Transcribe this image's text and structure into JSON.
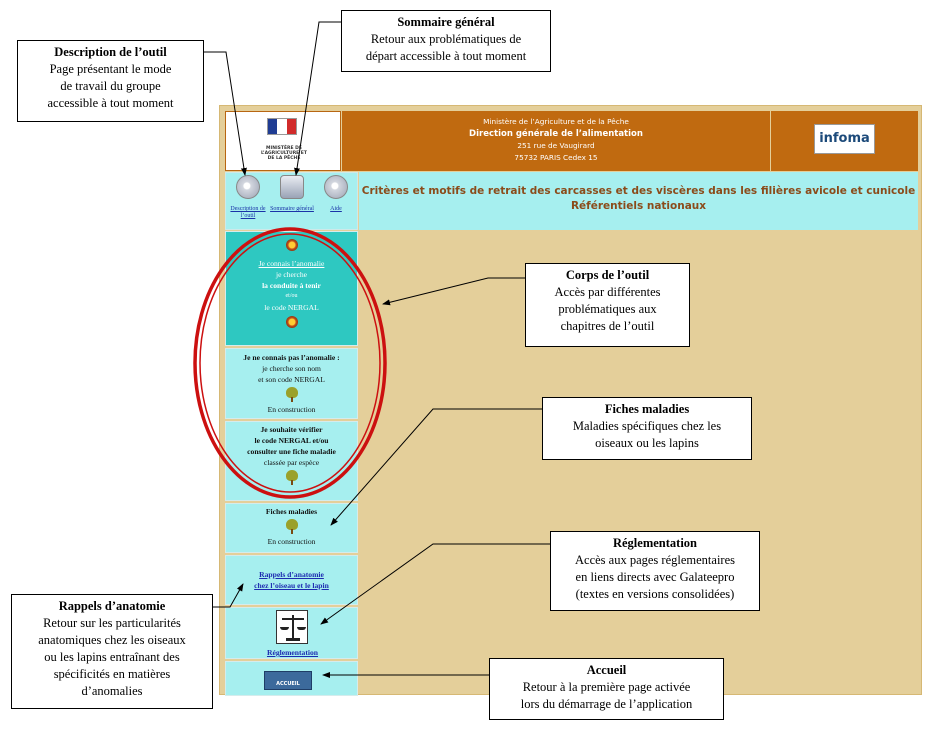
{
  "callouts": {
    "description": {
      "title": "Description de l’outil",
      "body": "Page présentant le mode\nde travail du groupe\naccessible à tout moment"
    },
    "sommaire": {
      "title": "Sommaire général",
      "body": "Retour aux problématiques de\ndépart accessible à tout moment"
    },
    "corps": {
      "title": "Corps de l’outil",
      "body": "Accès par différentes\nproblématiques aux\nchapitres de l’outil"
    },
    "fiches": {
      "title": "Fiches maladies",
      "body": "Maladies spécifiques chez les\noiseaux ou les lapins"
    },
    "reglementation": {
      "title": "Réglementation",
      "body": "Accès aux pages réglementaires\nen liens directs avec Galateepro\n(textes en versions consolidées)"
    },
    "rappels": {
      "title": "Rappels d’anatomie",
      "body": "Retour sur les particularités\nanatomiques chez les oiseaux\nou les lapins entraînant des\nspécificités en matières\nd’anomalies"
    },
    "accueil": {
      "title": "Accueil",
      "body": "Retour à la première page activée\nlors du démarrage de l’application"
    }
  },
  "header": {
    "line1": "Ministère de l’Agriculture et de la Pêche",
    "line2": "Direction générale de l’alimentation",
    "line3": "251 rue de Vaugirard",
    "line4": "75732 PARIS Cedex 15",
    "ministry_logo_text": "MINISTÈRE DE L’AGRICULTURE ET DE LA PÊCHE",
    "partner": "infoma"
  },
  "nav": {
    "description": "Description de l’outil",
    "sommaire": "Sommaire général",
    "aide": "Aide"
  },
  "title": {
    "line1": "Critères et motifs de retrait des carcasses et des viscères dans les filières avicole  et cunicole",
    "line2": "Référentiels nationaux"
  },
  "sidebar": {
    "conduite": {
      "link": "Je connais l’anomalie",
      "l2": "je cherche",
      "l3": "la conduite à tenir",
      "l4": "et/ou",
      "l5": "le code NERGAL"
    },
    "nom": {
      "l1": "Je ne connais pas l’anomalie :",
      "l2": "je cherche son nom",
      "l3": "et son code NERGAL",
      "status": "En construction"
    },
    "verifier": {
      "l1": "Je souhaite vérifier",
      "l2": "le code NERGAL et/ou",
      "l3": "consulter une fiche maladie",
      "l4": "classée par espèce"
    },
    "fiches": {
      "label": "Fiches maladies",
      "status": "En construction"
    },
    "rappels": {
      "l1": "Rappels d’anatomie",
      "l2": "chez l’oiseau et le lapin"
    },
    "reglementation": "Réglementation",
    "accueil": "ACCUEIL"
  },
  "colors": {
    "header": "#c06a10",
    "panel": "#a6efef",
    "active": "#2ec8c1",
    "body": "#e4cf9a",
    "ellipse": "#cc1010",
    "title_text": "#8b4b1a"
  }
}
